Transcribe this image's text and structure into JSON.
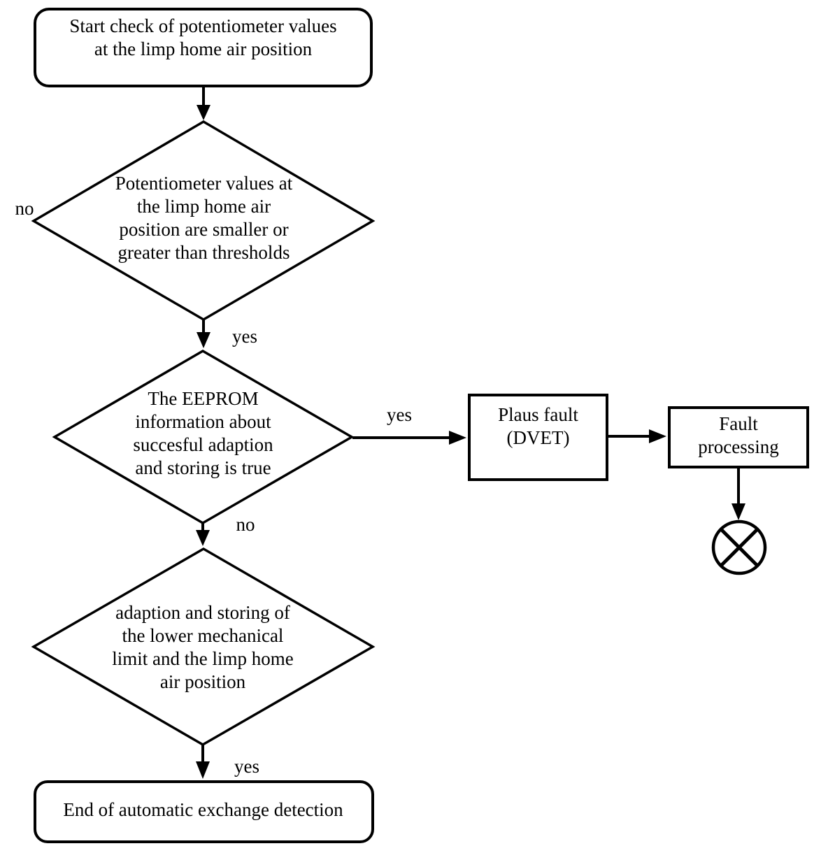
{
  "diagram": {
    "type": "flowchart",
    "colors": {
      "line": "#000000",
      "text": "#000000",
      "background": "#ffffff"
    },
    "nodes": {
      "start": {
        "shape": "rounded-rectangle",
        "label": "Start check of potentiometer values\nat the limp home air position"
      },
      "decision_thresholds": {
        "shape": "diamond",
        "label": "Potentiometer values at\nthe limp home air\nposition are smaller or\ngreater than thresholds"
      },
      "decision_eeprom": {
        "shape": "diamond",
        "label": "The EEPROM\ninformation about\nsuccesful adaption\nand storing is true"
      },
      "plaus_fault": {
        "shape": "rectangle",
        "label": "Plaus fault\n(DVET)"
      },
      "fault_processing": {
        "shape": "rectangle",
        "label": "Fault\nprocessing"
      },
      "decision_adaption": {
        "shape": "diamond",
        "label": "adaption and storing of\nthe lower mechanical\nlimit and the limp home\nair position"
      },
      "end": {
        "shape": "rounded-rectangle",
        "label": "End of automatic exchange detection"
      },
      "terminator": {
        "shape": "circle-x",
        "label": ""
      }
    },
    "edge_labels": {
      "thresholds_no": "no",
      "thresholds_yes": "yes",
      "eeprom_yes": "yes",
      "eeprom_no": "no",
      "adaption_yes": "yes"
    }
  }
}
